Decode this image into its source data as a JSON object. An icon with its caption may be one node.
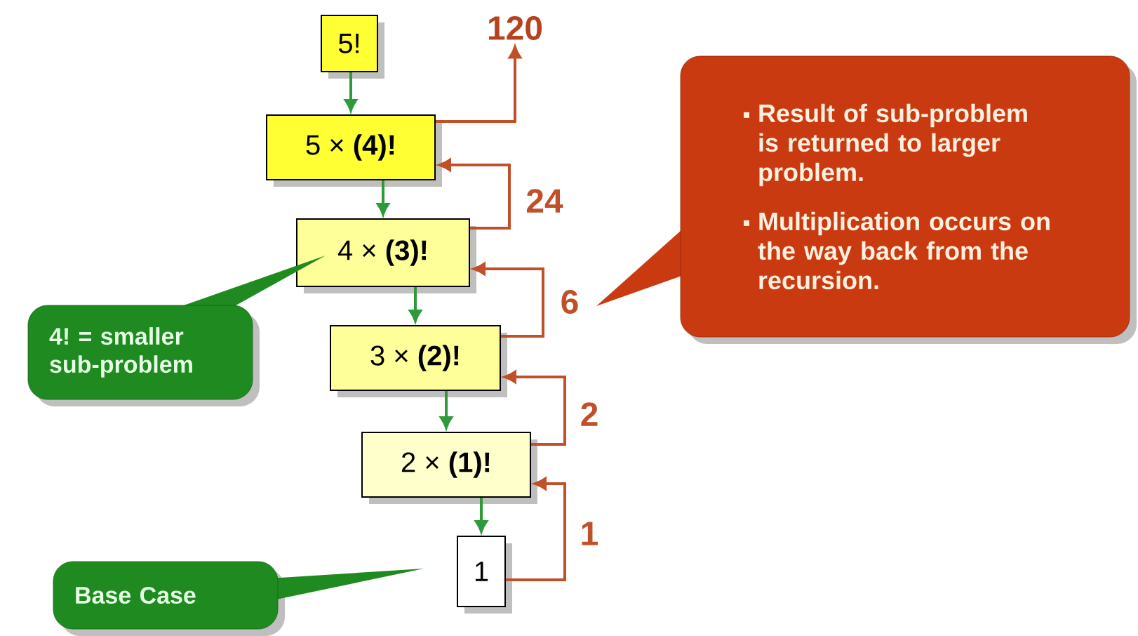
{
  "diagram": {
    "nodes": [
      {
        "text": [
          "5!"
        ]
      },
      {
        "text": [
          "5 × **(4)!**"
        ]
      },
      {
        "text": [
          "4 × **(3)!**"
        ]
      },
      {
        "text": [
          "3 × **(2)!**"
        ]
      },
      {
        "text": [
          "2 × **(1)!**"
        ]
      },
      {
        "text": [
          "1"
        ]
      },
      {
        "text": [
          "120"
        ]
      },
      {
        "text": [
          "4! = smaller sub-problem"
        ]
      },
      {
        "text": [
          "Base Case"
        ]
      },
      {
        "text": [
          "Result of sub-problem is returned to larger problem.",
          "Multiplication occurs on the way back from the recursion."
        ]
      }
    ],
    "edges": [
      {
        "from": 0,
        "to": 1,
        "arrow": "to",
        "color": "#2e9a3a"
      },
      {
        "from": 1,
        "to": 2,
        "arrow": "to",
        "color": "#2e9a3a"
      },
      {
        "from": 2,
        "to": 3,
        "arrow": "to",
        "color": "#2e9a3a"
      },
      {
        "from": 3,
        "to": 4,
        "arrow": "to",
        "color": "#2e9a3a"
      },
      {
        "from": 4,
        "to": 5,
        "arrow": "to",
        "color": "#2e9a3a"
      },
      {
        "from": 5,
        "to": 4,
        "arrow": "to",
        "label": "1",
        "color": "#c0502a"
      },
      {
        "from": 4,
        "to": 3,
        "arrow": "to",
        "label": "2",
        "color": "#c0502a"
      },
      {
        "from": 3,
        "to": 2,
        "arrow": "to",
        "label": "6",
        "color": "#c0502a"
      },
      {
        "from": 2,
        "to": 1,
        "arrow": "to",
        "label": "24",
        "color": "#c0502a"
      },
      {
        "from": 1,
        "to": 6,
        "arrow": "to",
        "color": "#c0502a"
      }
    ]
  }
}
